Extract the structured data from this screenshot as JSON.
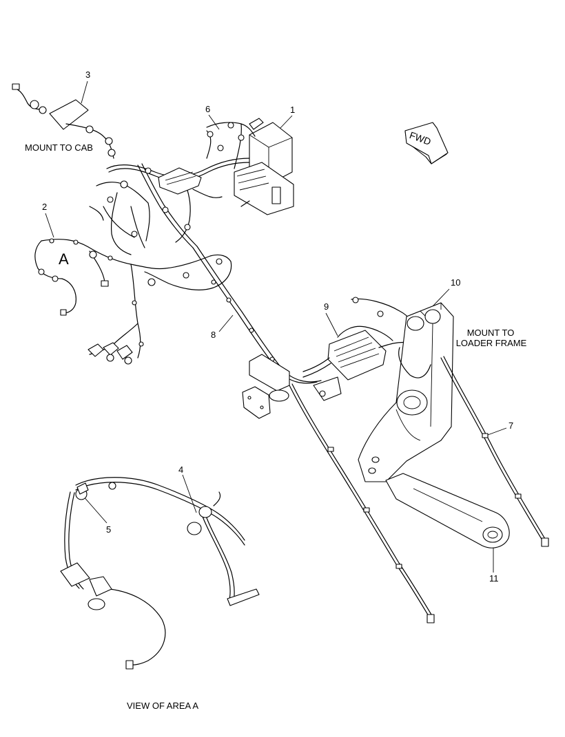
{
  "labels": {
    "mount_to_cab": "MOUNT TO CAB",
    "mount_to_loader_line1": "MOUNT TO",
    "mount_to_loader_line2": "LOADER FRAME",
    "view_of_area": "VIEW OF AREA  A",
    "area_letter": "A",
    "fwd": "FWD"
  },
  "callouts": [
    "1",
    "2",
    "3",
    "4",
    "5",
    "6",
    "7",
    "8",
    "9",
    "10",
    "11"
  ]
}
